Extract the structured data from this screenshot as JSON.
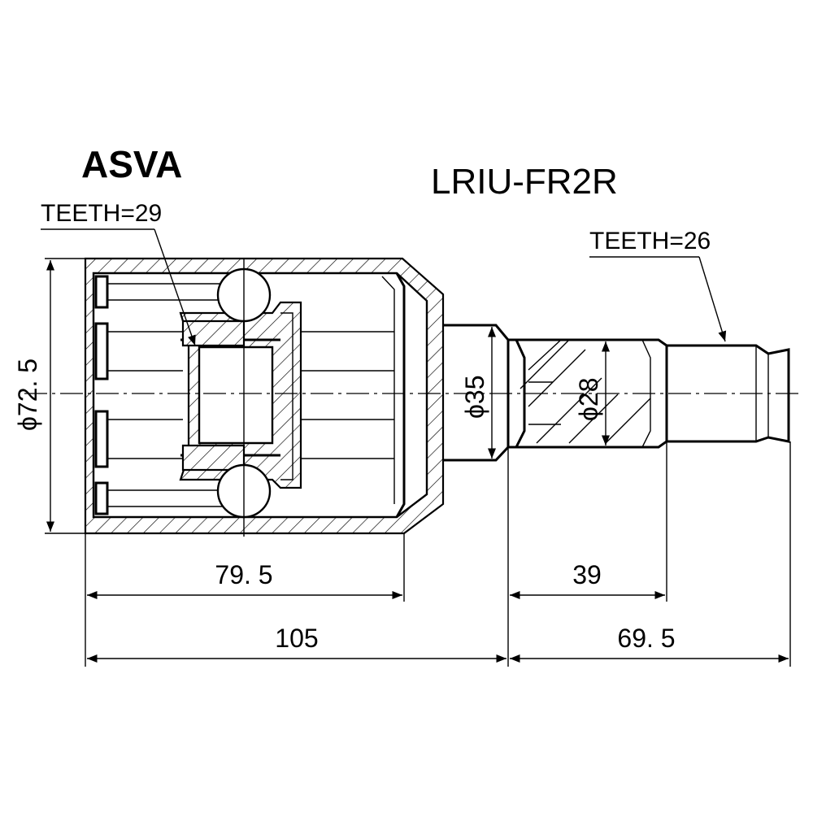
{
  "brand": "ASVA",
  "part_number": "LRIU-FR2R",
  "callouts": {
    "teeth_inner": "TEETH=29",
    "teeth_outer": "TEETH=26"
  },
  "dimensions": {
    "body_diameter": "72. 5",
    "neck_diameter": "35",
    "shaft_diameter": "28",
    "body_length": "79. 5",
    "spline_length": "39",
    "overall_length_left": "105",
    "overall_length_right": "69. 5"
  },
  "symbols": {
    "diameter": "ϕ"
  },
  "colors": {
    "line": "#000000",
    "background": "#ffffff"
  }
}
